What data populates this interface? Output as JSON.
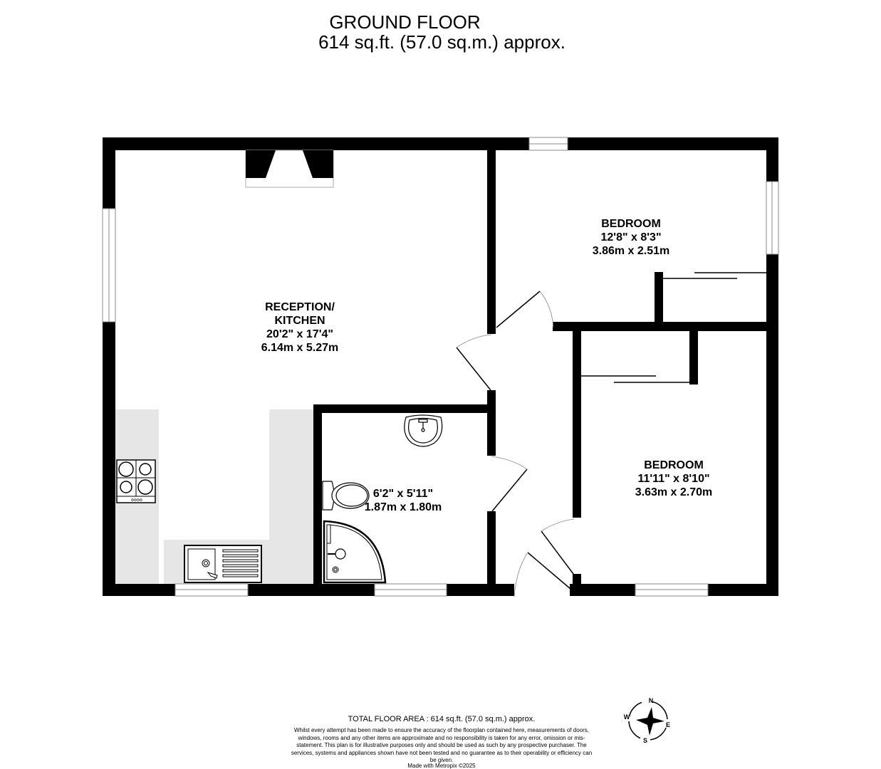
{
  "header": {
    "title": "GROUND FLOOR",
    "area": "614 sq.ft. (57.0 sq.m.) approx."
  },
  "rooms": [
    {
      "name": "RECEPTION/",
      "name2": "KITCHEN",
      "imperial": "20'2\"  x 17'4\"",
      "metric": "6.14m  x 5.27m"
    },
    {
      "name": "BEDROOM",
      "imperial": "12'8\"  x 8'3\"",
      "metric": "3.86m  x 2.51m"
    },
    {
      "name": "BEDROOM",
      "imperial": "11'11\"  x 8'10\"",
      "metric": "3.63m  x 2.70m"
    },
    {
      "name": "",
      "imperial": "6'2\"  x 5'11\"",
      "metric": "1.87m  x 1.80m"
    }
  ],
  "fixtures": [
    "fireplace-icon",
    "hob-icon",
    "sink-icon",
    "washbasin-icon",
    "toilet-icon",
    "shower-icon",
    "wardrobe-icon"
  ],
  "compass": {
    "n": "N",
    "e": "E",
    "s": "S",
    "w": "W"
  },
  "footer": {
    "total": "TOTAL FLOOR AREA : 614 sq.ft. (57.0 sq.m.) approx.",
    "disclaimer": "Whilst every attempt has been made to ensure the accuracy of the floorplan contained here, measurements of doors, windows, rooms and any other items are approximate and no responsibility is taken for any error, omission or mis-statement. This plan is for illustrative purposes only and should be used as such by any prospective purchaser. The services, systems and appliances shown have not been tested and no guarantee as to their operability or efficiency can be given.",
    "made_with": "Made with Metropix ©2025"
  },
  "colors": {
    "wall": "#000000",
    "counter": "#e6e6e6",
    "background": "#ffffff"
  }
}
